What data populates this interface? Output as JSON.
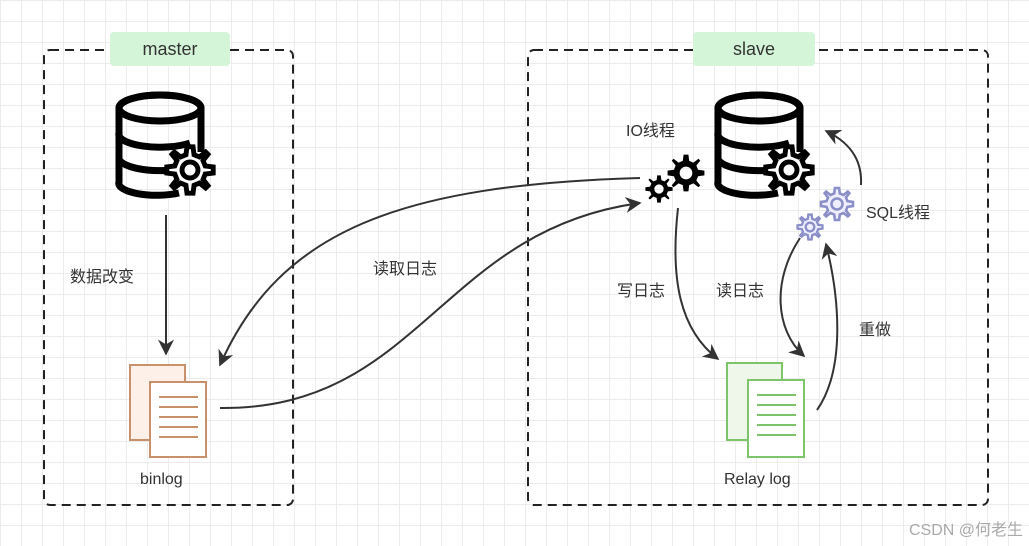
{
  "master": {
    "title": "master",
    "data_change_label": "数据改变",
    "binlog_label": "binlog"
  },
  "slave": {
    "title": "slave",
    "io_thread_label": "IO线程",
    "sql_thread_label": "SQL线程",
    "write_log_label": "写日志",
    "read_log_label": "读日志",
    "replay_label": "重做",
    "relay_log_label": "Relay log"
  },
  "read_log_label": "读取日志",
  "watermark": "CSDN @何老生",
  "colors": {
    "badge_bg": "#d5f5d8",
    "binlog_stroke": "#c8906b",
    "binlog_fill": "#fcf0e8",
    "relay_stroke": "#7dc46a",
    "relay_fill": "#eff7ea",
    "sql_gear": "#8b8fc8",
    "arrow": "#333333"
  }
}
